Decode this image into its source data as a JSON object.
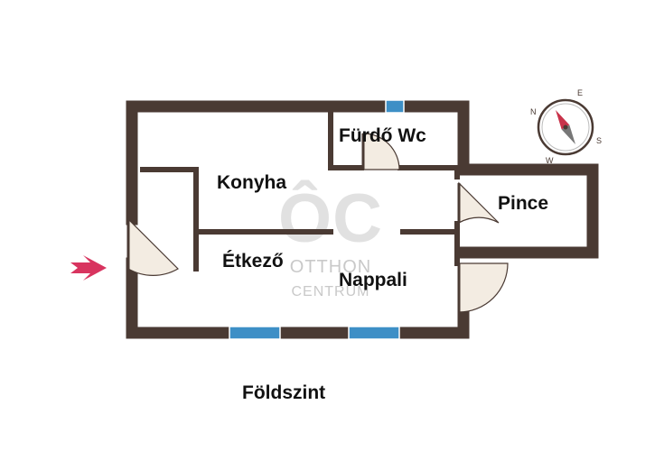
{
  "rooms": {
    "furdo_wc": "Fürdő Wc",
    "konyha": "Konyha",
    "pince": "Pince",
    "etkezo": "Étkező",
    "nappali": "Nappali"
  },
  "floor_title": "Földszint",
  "watermark": {
    "logo": "ÔC",
    "line1": "OTTHON",
    "line2": "CENTRUM"
  },
  "compass": {
    "labels": [
      "N",
      "E",
      "S",
      "W"
    ]
  },
  "colors": {
    "wall": "#4a3a33",
    "window": "#3d8fc6",
    "door_fill": "#f3ece2",
    "entrance_arrow": "#d8345f",
    "compass_needle": "#c8334a"
  }
}
